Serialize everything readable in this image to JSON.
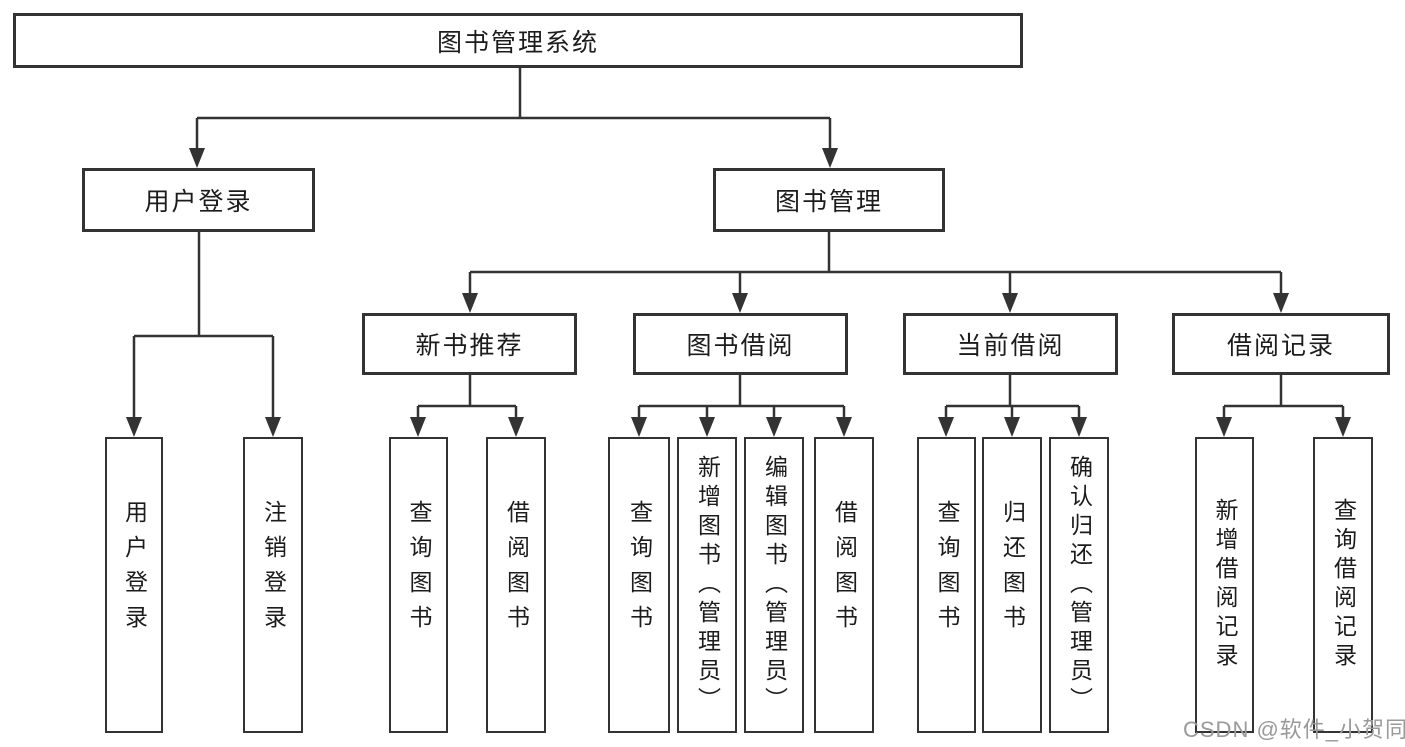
{
  "tree": {
    "root_label": "图书管理系统",
    "user_login": {
      "label": "用户登录",
      "children": [
        "用户登录",
        "注销登录"
      ]
    },
    "book_mgmt": {
      "label": "图书管理"
    },
    "new_book_rec": {
      "label": "新书推荐",
      "children": [
        "查询图书",
        "借阅图书"
      ]
    },
    "book_borrow": {
      "label": "图书借阅",
      "children": [
        "查询图书",
        "新增图书（管理员）",
        "编辑图书（管理员）",
        "借阅图书"
      ]
    },
    "current_borrow": {
      "label": "当前借阅",
      "children": [
        "查询图书",
        "归还图书",
        "确认归还（管理员）"
      ]
    },
    "borrow_records": {
      "label": "借阅记录",
      "children": [
        "新增借阅记录",
        "查询借阅记录"
      ]
    }
  },
  "watermark": "CSDN @软件_小贺同学",
  "colors": {
    "line": "#333333",
    "box_border": "#333333",
    "text": "#1c1c1c",
    "watermark": "#9a9a9a",
    "background": "#ffffff"
  }
}
